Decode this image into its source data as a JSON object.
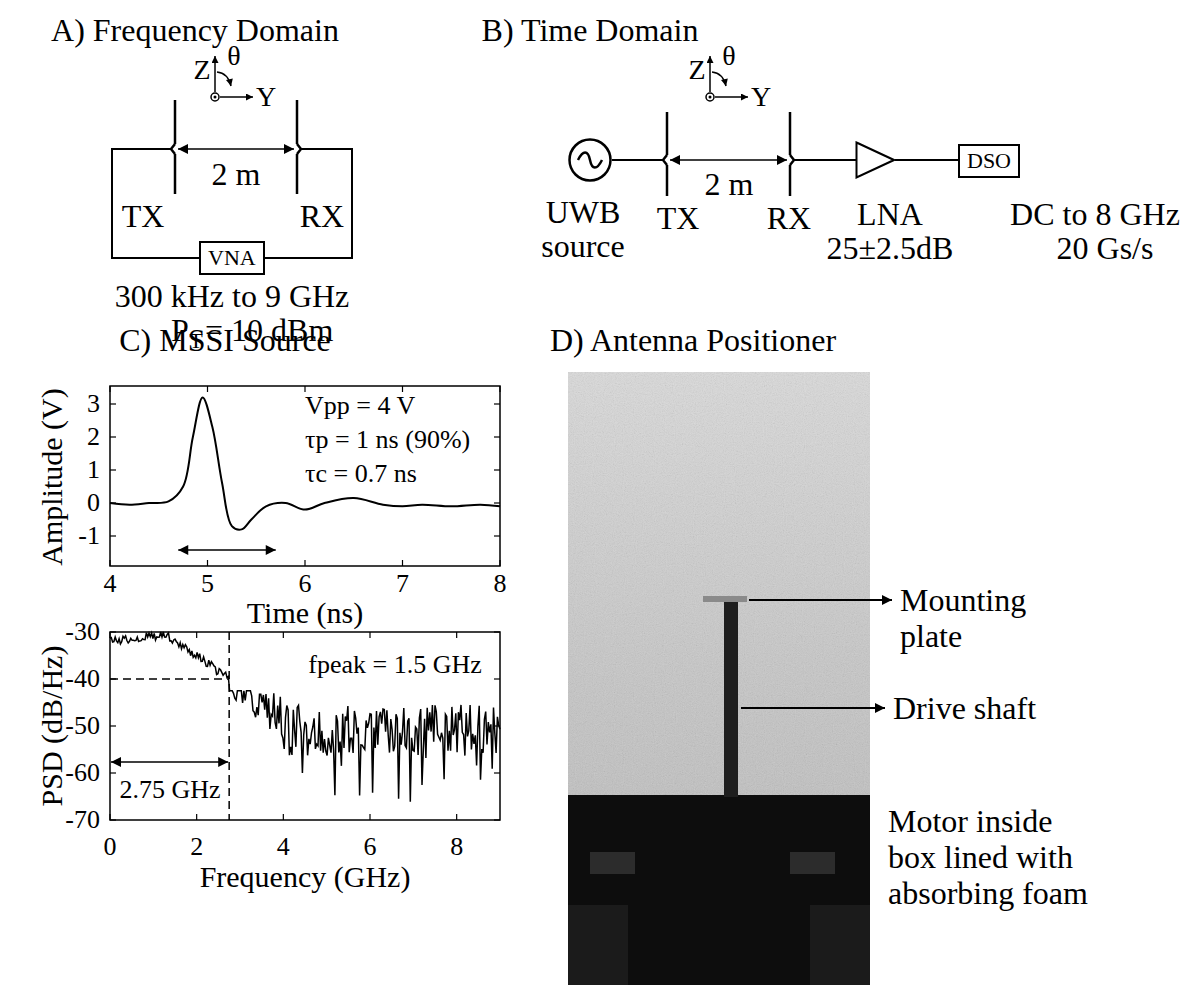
{
  "diagram": {
    "nodes": [
      {
        "text": [
          "VNA"
        ]
      },
      {
        "text": [
          "UWB source"
        ]
      },
      {
        "text": [
          "LNA 25±2.5dB"
        ]
      },
      {
        "text": [
          "DSO"
        ]
      }
    ],
    "edges": [
      {
        "from": 2,
        "to": 3,
        "arrow": "none"
      }
    ],
    "labels": [
      "A) Frequency Domain",
      "Z",
      "θ",
      "Y",
      "2 m",
      "TX",
      "RX",
      "300 kHz to 9 GHz",
      "P",
      "T",
      "= 10 dBm",
      "B) Time Domain",
      "Z",
      "θ",
      "Y",
      "2 m",
      "TX",
      "RX",
      "DC to 8 GHz",
      "20 Gs/s",
      "C) MSSI Source",
      "Amplitude (V)",
      "3",
      "2",
      "1",
      "0",
      "-1",
      "4",
      "5",
      "6",
      "7",
      "8",
      "Time (ns)",
      "Vpp = 4 V",
      "τp = 1 ns (90%)",
      "τc = 0.7 ns",
      "PSD (dB/Hz)",
      "-30",
      "-40",
      "-50",
      "-60",
      "-70",
      "0",
      "2",
      "4",
      "6",
      "8",
      "Frequency (GHz)",
      "fpeak = 1.5 GHz",
      "2.75 GHz",
      "D) Antenna Positioner",
      "Mounting plate",
      "Drive shaft",
      "Motor inside box lined with absorbing foam"
    ]
  }
}
